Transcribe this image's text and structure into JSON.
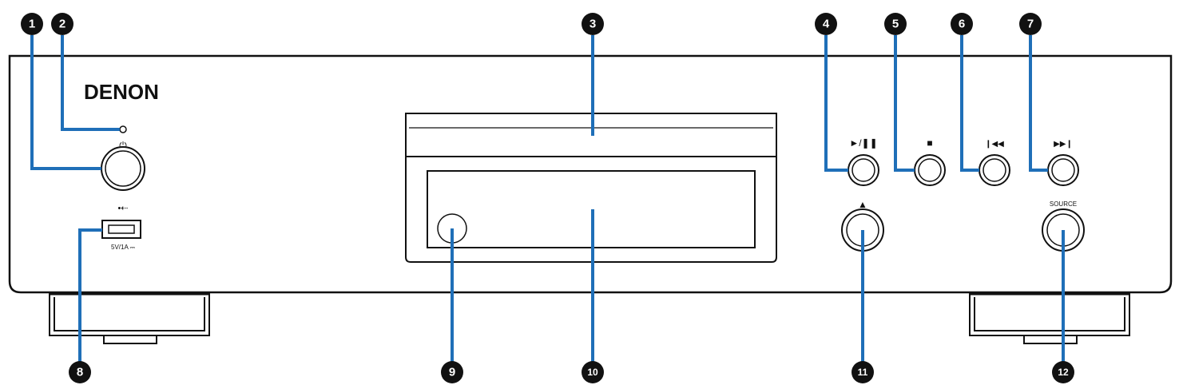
{
  "brand": "DENON",
  "panel_labels": {
    "power_symbol": "⏻",
    "play_pause": "►/❚❚",
    "stop": "■",
    "previous": "❙◀◀",
    "next": "▶▶❙",
    "eject": "▲",
    "source": "SOURCE",
    "usb_symbol": "•⇠",
    "usb_rating": "5V/1A ⎓"
  },
  "callouts": [
    "1",
    "2",
    "3",
    "4",
    "5",
    "6",
    "7",
    "8",
    "9",
    "10",
    "11",
    "12"
  ],
  "colors": {
    "leader_line": "#1f6fb8",
    "callout_fill": "#111111",
    "outline": "#111111"
  }
}
